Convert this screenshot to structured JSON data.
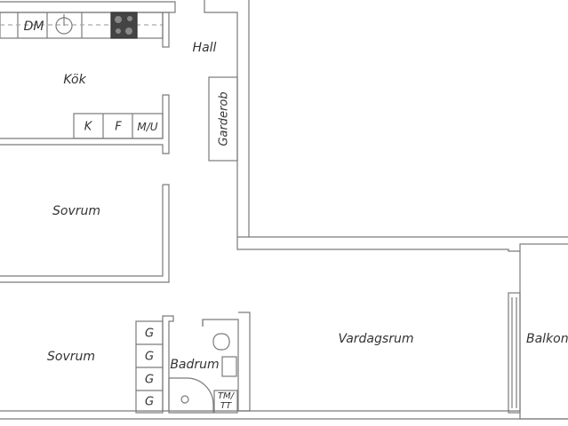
{
  "rooms": {
    "kitchen": "Kök",
    "hall": "Hall",
    "wardrobe": "Garderob",
    "bedroom_1": "Sovrum",
    "bedroom_2": "Sovrum",
    "bathroom": "Badrum",
    "living_room": "Vardagsrum",
    "balcony": "Balkong"
  },
  "fixtures": {
    "dishwasher": "DM",
    "fridge": "K",
    "freezer": "F",
    "microwave_oven": "M/U",
    "closets": [
      "G",
      "G",
      "G",
      "G"
    ],
    "washer_dryer_line1": "TM/",
    "washer_dryer_line2": "TT"
  },
  "colors": {
    "wall": "#7a7a7a",
    "hob": "#444444",
    "text": "#333333"
  }
}
